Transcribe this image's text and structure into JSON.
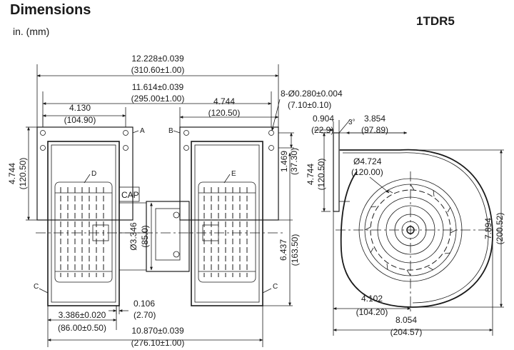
{
  "header": {
    "title": "Dimensions",
    "units": "in. (mm)",
    "model": "1TDR5"
  },
  "dimensions": {
    "overall_width": "12.228±0.039",
    "overall_width_mm": "(310.60±1.00)",
    "hole_spacing": "11.614±0.039",
    "hole_spacing_mm": "(295.00±1.00)",
    "left_flange_w": "4.130",
    "left_flange_w_mm": "(104.90)",
    "right_flange_w": "4.744",
    "right_flange_w_mm": "(120.50)",
    "holes": "8-Ø0.280±0.004",
    "holes_mm": "(7.10±0.10)",
    "flange_offset": "0.904",
    "flange_offset_mm": "(22.9)",
    "angle": "3°",
    "outlet_h": "3.854",
    "outlet_h_mm": "(97.89)",
    "left_height": "4.744",
    "left_height_mm": "(120.50)",
    "hole_vert": "1.469",
    "hole_vert_mm": "(37.30)",
    "motor_dia": "Ø3.346",
    "motor_dia_mm": "(85.0)",
    "center_h": "6.437",
    "center_h_mm": "(163.50)",
    "side_flange_h": "4.744",
    "side_flange_h_mm": "(120.50)",
    "wheel_dia": "Ø4.724",
    "wheel_dia_mm": "(120.00)",
    "housing_h": "7.894",
    "housing_h_mm": "(200.52)",
    "gap": "0.106",
    "gap_mm": "(2.70)",
    "wheel_w": "3.386±0.020",
    "wheel_w_mm": "(86.00±0.50)",
    "overall_len": "10.870±0.039",
    "overall_len_mm": "(276.10±1.00)",
    "center_offset": "4.102",
    "center_offset_mm": "(104.20)",
    "side_width": "8.054",
    "side_width_mm": "(204.57)"
  },
  "labels": {
    "a": "A",
    "b": "B",
    "c_left": "C",
    "c_right": "C",
    "d": "D",
    "e": "E",
    "cap": "CAP"
  }
}
